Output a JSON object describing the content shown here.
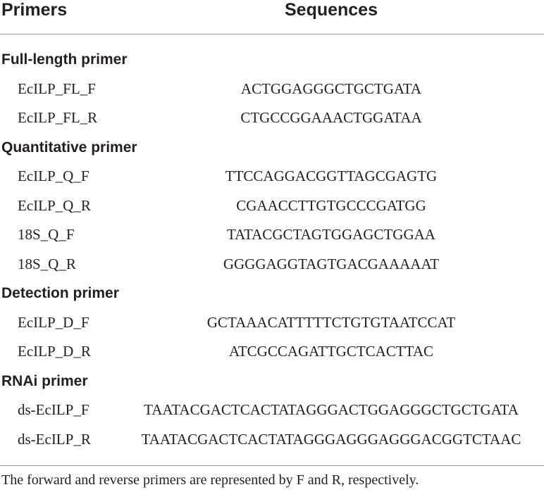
{
  "table": {
    "headers": {
      "primers": "Primers",
      "sequences": "Sequences"
    },
    "groups": [
      {
        "title": "Full-length primer",
        "rows": [
          {
            "name": "EcILP_FL_F",
            "sequence": "ACTGGAGGGCTGCTGATA"
          },
          {
            "name": "EcILP_FL_R",
            "sequence": "CTGCCGGAAACTGGATAA"
          }
        ]
      },
      {
        "title": "Quantitative primer",
        "rows": [
          {
            "name": "EcILP_Q_F",
            "sequence": "TTCCAGGACGGTTAGCGAGTG"
          },
          {
            "name": "EcILP_Q_R",
            "sequence": "CGAACCTTGTGCCCGATGG"
          },
          {
            "name": "18S_Q_F",
            "sequence": "TATACGCTAGTGGAGCTGGAA"
          },
          {
            "name": "18S_Q_R",
            "sequence": "GGGGAGGTAGTGACGAAAAAT"
          }
        ]
      },
      {
        "title": "Detection primer",
        "rows": [
          {
            "name": "EcILP_D_F",
            "sequence": "GCTAAACATTTTTCTGTGTAATCCAT"
          },
          {
            "name": "EcILP_D_R",
            "sequence": "ATCGCCAGATTGCTCACTTAC"
          }
        ]
      },
      {
        "title": "RNAi primer",
        "rows": [
          {
            "name": "ds-EcILP_F",
            "sequence": "TAATACGACTCACTATAGGGACTGGAGGGCTGCTGATA"
          },
          {
            "name": "ds-EcILP_R",
            "sequence": "TAATACGACTCACTATAGGGAGGGAGGGACGGTCTAAC"
          }
        ]
      }
    ],
    "footnote": "The forward and reverse primers are represented by F and R, respectively."
  }
}
